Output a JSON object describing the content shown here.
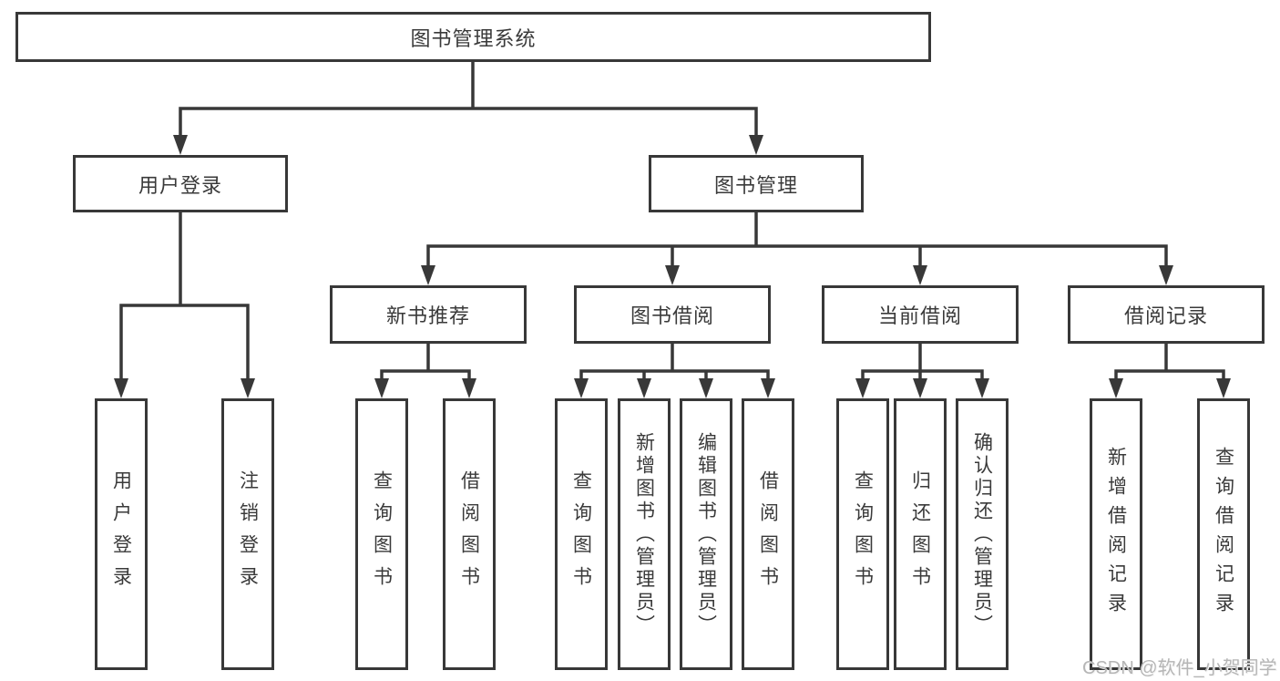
{
  "diagram": {
    "root": {
      "label": "图书管理系统"
    },
    "branches": [
      {
        "label": "用户登录",
        "children": [
          {
            "label": "用户登录"
          },
          {
            "label": "注销登录"
          }
        ]
      },
      {
        "label": "图书管理",
        "children": [
          {
            "label": "新书推荐",
            "children": [
              {
                "label": "查询图书"
              },
              {
                "label": "借阅图书"
              }
            ]
          },
          {
            "label": "图书借阅",
            "children": [
              {
                "label": "查询图书"
              },
              {
                "label": "新增图书（管理员）"
              },
              {
                "label": "编辑图书（管理员）"
              },
              {
                "label": "借阅图书"
              }
            ]
          },
          {
            "label": "当前借阅",
            "children": [
              {
                "label": "查询图书"
              },
              {
                "label": "归还图书"
              },
              {
                "label": "确认归还（管理员）"
              }
            ]
          },
          {
            "label": "借阅记录",
            "children": [
              {
                "label": "新增借阅记录"
              },
              {
                "label": "查询借阅记录"
              }
            ]
          }
        ]
      }
    ]
  },
  "watermark": {
    "text": "CSDN @软件_小贺同学"
  },
  "colors": {
    "line": "#383838",
    "text": "#3a3a3a",
    "background": "#ffffff",
    "watermark": "#b6b6b6"
  }
}
